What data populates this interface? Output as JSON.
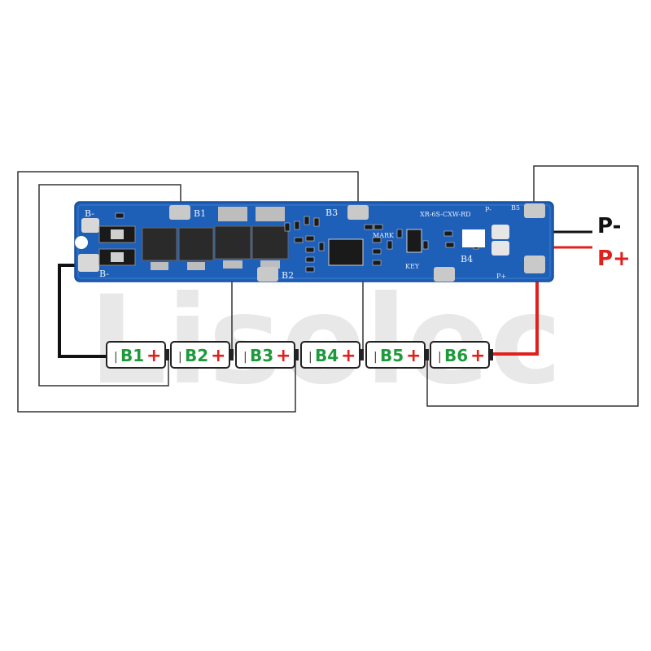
{
  "watermark": "Lisolec",
  "board": {
    "model_text": "XR-6S-CXW-RD",
    "pad_labels": {
      "b_minus_top": "B-",
      "b_minus_bottom": "B-",
      "b1": "B1",
      "b2": "B2",
      "b3": "B3",
      "b4": "B4",
      "b5": "B5",
      "p_minus": "P-",
      "p_plus": "P+",
      "key": "KEY",
      "mark": "MARK"
    }
  },
  "outputs": {
    "p_minus": "P-",
    "p_plus": "P+"
  },
  "cells": [
    {
      "label": "B1",
      "plus": "+"
    },
    {
      "label": "B2",
      "plus": "+"
    },
    {
      "label": "B3",
      "plus": "+"
    },
    {
      "label": "B4",
      "plus": "+"
    },
    {
      "label": "B5",
      "plus": "+"
    },
    {
      "label": "B6",
      "plus": "+"
    }
  ],
  "cell_minus_mark": "|",
  "colors": {
    "board": "#1e5fb8",
    "pad": "#c9c9c9",
    "cell_text": "#1e9a3c",
    "plus": "#e0201c",
    "wire_black": "#111111",
    "wire_red": "#e0201c",
    "outline": "#333333"
  }
}
